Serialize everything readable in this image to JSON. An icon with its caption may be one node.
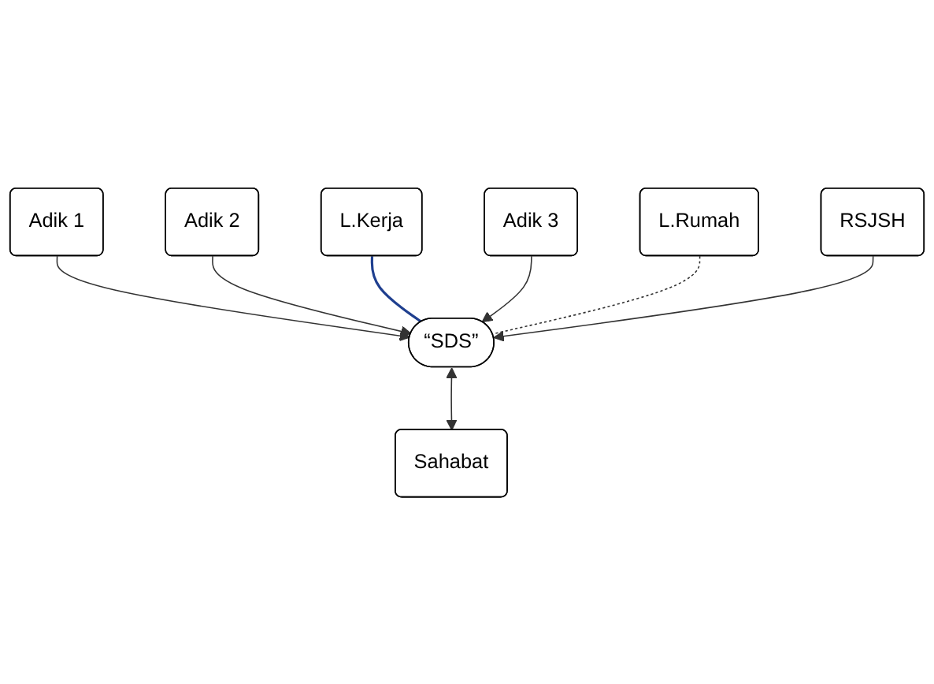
{
  "diagram": {
    "nodes": [
      {
        "text": [
          "Adik 1"
        ]
      },
      {
        "text": [
          "Adik 2"
        ]
      },
      {
        "text": [
          "L.Kerja"
        ]
      },
      {
        "text": [
          "Adik 3"
        ]
      },
      {
        "text": [
          "“SDS”"
        ]
      },
      {
        "text": [
          "L.Rumah"
        ]
      },
      {
        "text": [
          "RSJSH"
        ]
      },
      {
        "text": [
          "Sahabat"
        ]
      }
    ],
    "edges": [
      {
        "from": 0,
        "to": 4,
        "arrow": "to"
      },
      {
        "from": 1,
        "to": 4,
        "arrow": "to"
      },
      {
        "from": 2,
        "to": 4,
        "arrow": "none",
        "color": "#1f3f8f"
      },
      {
        "from": 3,
        "to": 4,
        "arrow": "to"
      },
      {
        "from": 5,
        "to": 4,
        "arrow": "none",
        "style": "dashed"
      },
      {
        "from": 6,
        "to": 4,
        "arrow": "to"
      },
      {
        "from": 4,
        "to": 7,
        "arrow": "both"
      }
    ]
  }
}
